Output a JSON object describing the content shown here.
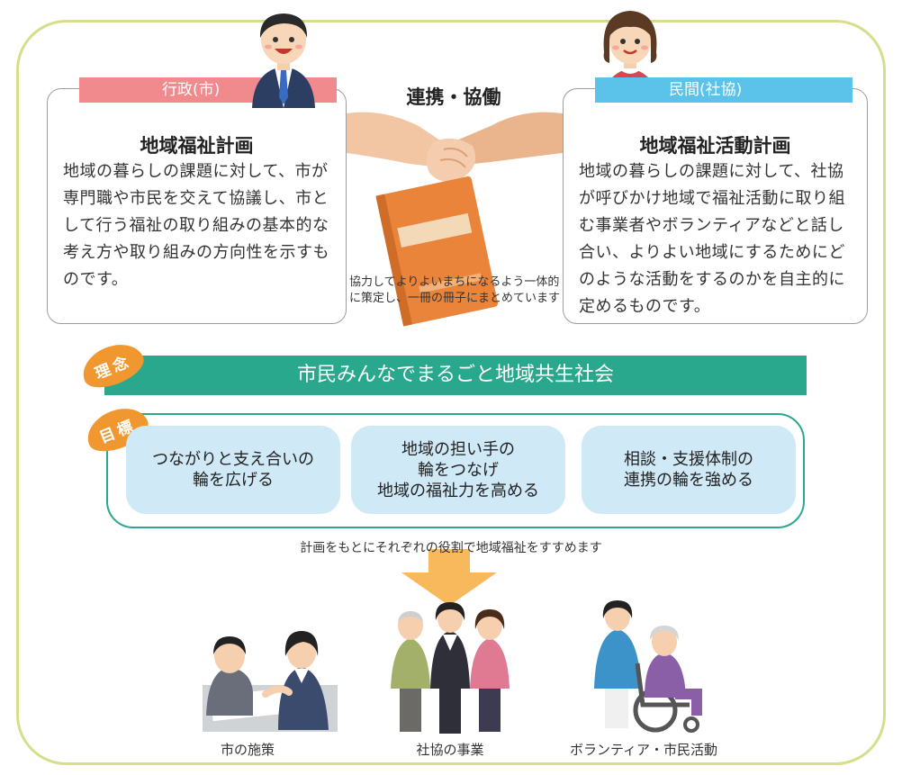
{
  "gyousei": {
    "tag": "行政(市)",
    "title": "地域福祉計画",
    "body": "地域の暮らしの課題に対して、市が専門職や市民を交えて協議し、市として行う福祉の取り組みの基本的な考え方や取り組みの方向性を示すものです。"
  },
  "minkan": {
    "tag": "民間(社協)",
    "title": "地域福祉活動計画",
    "body": "地域の暮らしの課題に対して、社協が呼びかけ地域で福祉活動に取り組む事業者やボランティアなどと話し合い、よりよい地域にするためにどのような活動をするのかを自主的に定めるものです。"
  },
  "collaboration": {
    "title": "連携・協働",
    "note": "協力してよりよいまちになるよう一体的に策定し、一冊の冊子にまとめています"
  },
  "rinen": {
    "badge": "理念",
    "text": "市民みんなでまるごと地域共生社会"
  },
  "mokuhyo": {
    "badge": "目標",
    "goals": [
      {
        "line1": "つながりと支え合いの",
        "line2": "輪を広げる",
        "line3": ""
      },
      {
        "line1": "地域の担い手の",
        "line2": "輪をつなげ",
        "line3": "地域の福祉力を高める"
      },
      {
        "line1": "相談・支援体制の",
        "line2": "連携の輪を強める",
        "line3": ""
      }
    ]
  },
  "arrow_note": "計画をもとにそれぞれの役割で地域福祉をすすめます",
  "captions": [
    "市の施策",
    "社協の事業",
    "ボランティア・市民活動"
  ],
  "colors": {
    "frame": "#d6dd8c",
    "gyousei_tag": "#f08a8d",
    "minkan_tag": "#5bc3ea",
    "teal": "#2aa88e",
    "badge": "#f0982f",
    "goal_bg": "#cfe9f6",
    "arrow": "#f7b95c"
  },
  "icons": [
    "official-man-icon",
    "community-woman-icon",
    "handshake-icon",
    "booklet-icon",
    "down-arrow-icon",
    "consultation-icon",
    "community-group-icon",
    "caregiver-wheelchair-icon"
  ]
}
